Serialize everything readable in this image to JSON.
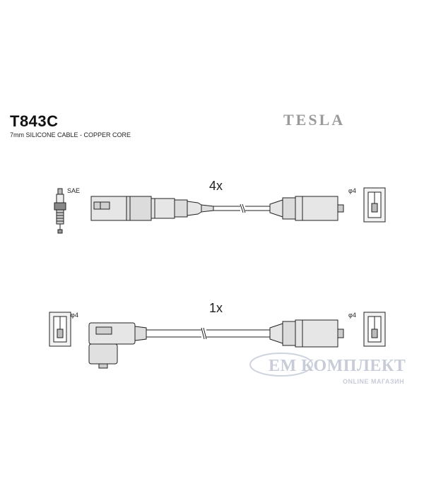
{
  "header": {
    "part_number": "T843C",
    "cable_description": "7mm SILICONE CABLE - COPPER CORE",
    "brand": "TESLA"
  },
  "diagram": {
    "row1": {
      "quantity": "4x",
      "plug_label": "SAE",
      "terminal_label": "φ4"
    },
    "row2": {
      "quantity": "1x",
      "left_terminal_label": "φ4",
      "right_terminal_label": "φ4"
    }
  },
  "watermark": {
    "title": "ЕМ КОМПЛЕКТ",
    "subtitle": "ONLINE МАГАЗИН"
  }
}
